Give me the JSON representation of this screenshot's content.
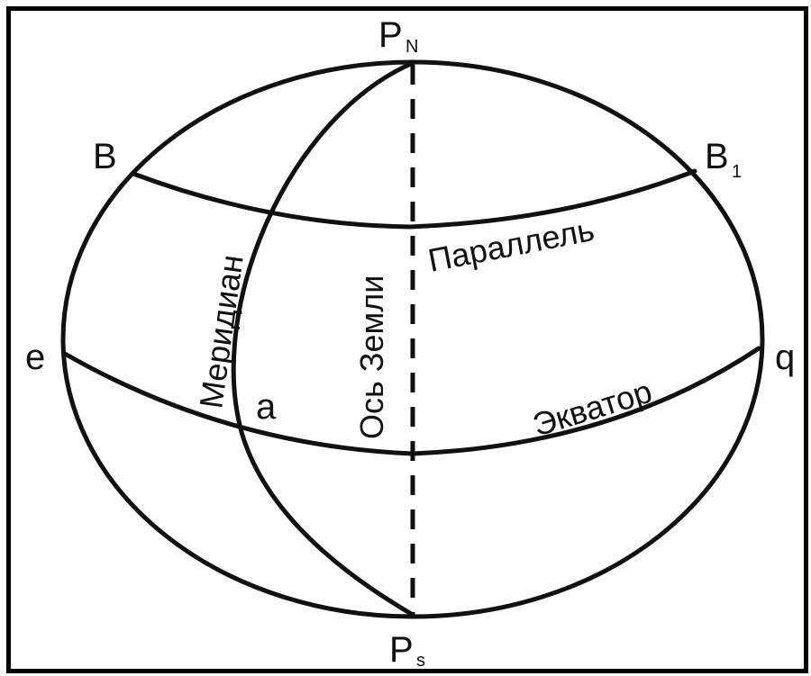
{
  "diagram": {
    "labels": {
      "north_pole_main": "P",
      "north_pole_sub": "N",
      "south_pole_main": "P",
      "south_pole_sub": "s",
      "parallel_left": "B",
      "parallel_right_main": "B",
      "parallel_right_sub": "1",
      "equator_left": "e",
      "equator_right": "q",
      "meridian_point": "a",
      "meridian": "Меридиан",
      "axis": "Ось Земли",
      "parallel": "Параллель",
      "equator": "Экватор"
    }
  }
}
